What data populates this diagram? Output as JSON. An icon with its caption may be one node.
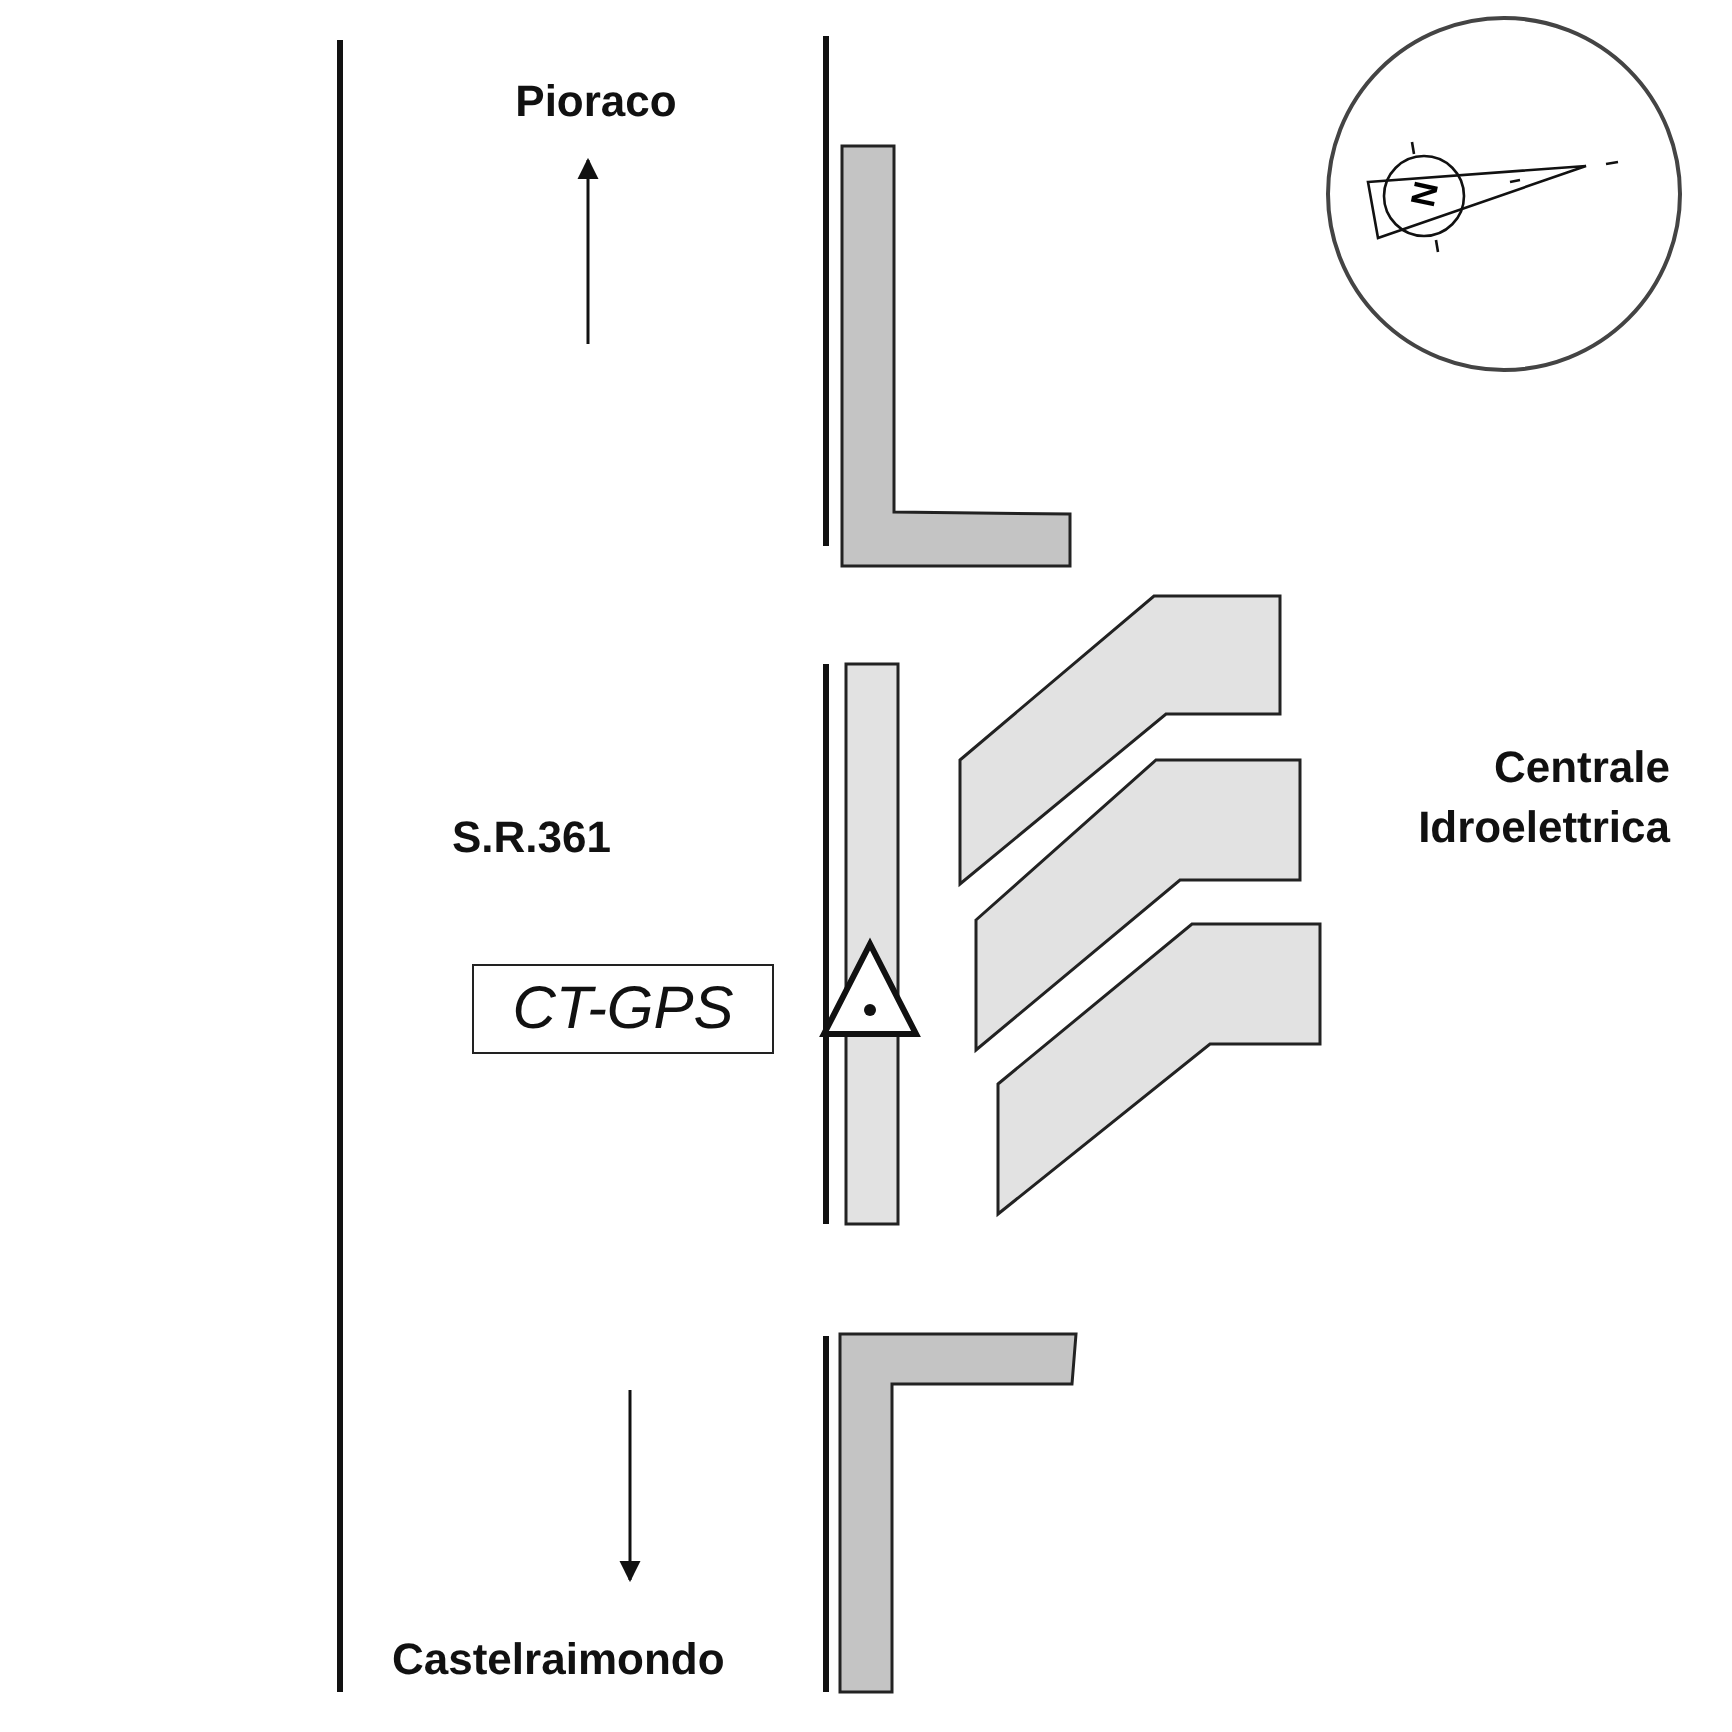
{
  "diagram": {
    "nodes": [
      {
        "text": [
          "CT-GPS"
        ]
      }
    ],
    "labels": [
      "Pioraco",
      "N",
      "S.R.361",
      "Centrale Idroelettrica",
      "Castelraimondo"
    ]
  }
}
